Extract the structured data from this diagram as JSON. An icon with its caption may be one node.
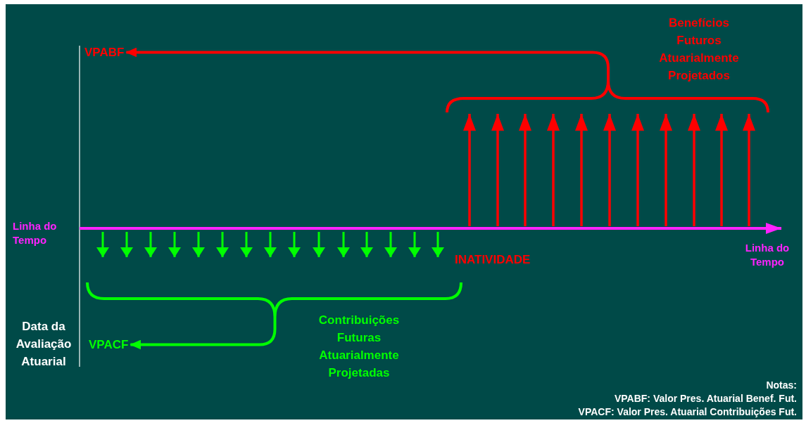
{
  "diagram": {
    "nodes": [
      {
        "text": [
          "VPABF"
        ]
      },
      {
        "text": [
          "Benefícios Futuros Atuarialmente Projetados"
        ]
      },
      {
        "text": [],
        "shape": "brace"
      },
      {
        "text": [
          "VPACF"
        ]
      },
      {
        "text": [
          "Contribuições Futuras Atuarialmente Projetadas"
        ]
      },
      {
        "text": [],
        "shape": "brace"
      }
    ],
    "edges": [
      {
        "from": 2,
        "to": 0,
        "arrow": "to",
        "color": "#ff0000"
      },
      {
        "from": 5,
        "to": 3,
        "arrow": "to",
        "color": "#00ff00"
      }
    ],
    "labels": [
      "Linha do Tempo",
      "Linha do Tempo",
      "INATIVIDADE",
      "Data da Avaliação Atuarial",
      "Notas:",
      "VPABF: Valor Pres. Atuarial Benef. Fut.",
      "VPACF: Valor Pres. Atuarial Contribuições Fut."
    ]
  }
}
